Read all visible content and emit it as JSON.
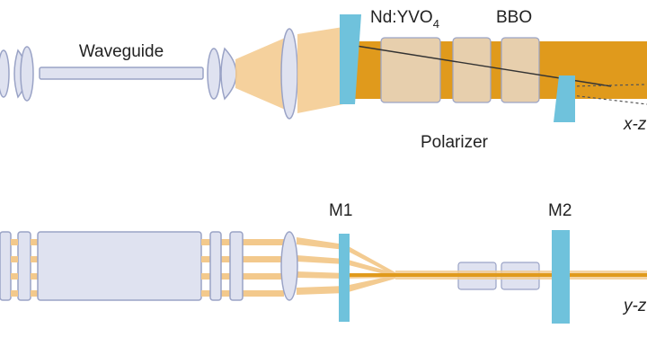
{
  "labels": {
    "waveguide": "Waveguide",
    "nd_yvo": "Nd:YVO",
    "nd_yvo_sub": "4",
    "bbo": "BBO",
    "polarizer": "Polarizer",
    "x_axis_top": "x-z",
    "m1": "M1",
    "m2": "M2",
    "y_axis_bottom": "y-z"
  },
  "colors": {
    "optic_fill": "#dfe2f0",
    "optic_stroke": "#9aa3c6",
    "beam_light": "#f3c98c",
    "beam_dark": "#e09a1c",
    "mirror": "#6fc2dc",
    "crystal": "#e7cfad",
    "line": "#333333"
  }
}
